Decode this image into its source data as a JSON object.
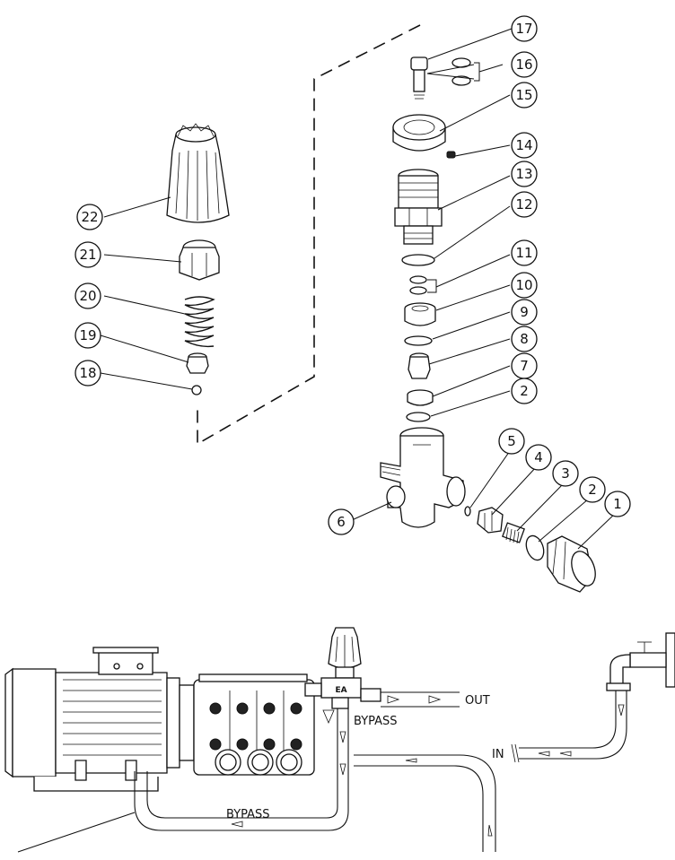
{
  "callouts": [
    {
      "id": 1,
      "label": "1"
    },
    {
      "id": 2,
      "label": "2"
    },
    {
      "id": 3,
      "label": "3"
    },
    {
      "id": 4,
      "label": "4"
    },
    {
      "id": 5,
      "label": "5"
    },
    {
      "id": 6,
      "label": "6"
    },
    {
      "id": 7,
      "label": "7"
    },
    {
      "id": 8,
      "label": "8"
    },
    {
      "id": 9,
      "label": "9"
    },
    {
      "id": 10,
      "label": "10"
    },
    {
      "id": 11,
      "label": "11"
    },
    {
      "id": 12,
      "label": "12"
    },
    {
      "id": 13,
      "label": "13"
    },
    {
      "id": 14,
      "label": "14"
    },
    {
      "id": 15,
      "label": "15"
    },
    {
      "id": 16,
      "label": "16"
    },
    {
      "id": 17,
      "label": "17"
    },
    {
      "id": 18,
      "label": "18"
    },
    {
      "id": 19,
      "label": "19"
    },
    {
      "id": 20,
      "label": "20"
    },
    {
      "id": 21,
      "label": "21"
    },
    {
      "id": 22,
      "label": "22"
    },
    {
      "id": "2b",
      "label": "2"
    }
  ],
  "installation": {
    "out_label": "OUT",
    "in_label": "IN",
    "bypass_top_label": "BYPASS",
    "bypass_bottom_label": "BYPASS",
    "pump_badge": "EA"
  }
}
